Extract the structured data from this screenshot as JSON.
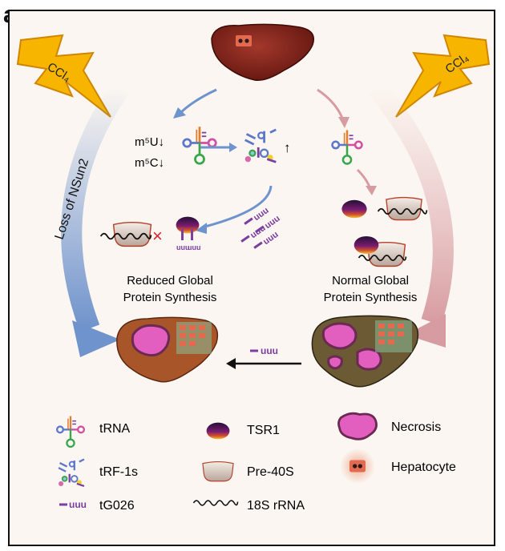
{
  "panel_label": "a",
  "stimulus": {
    "left": "CCl₄",
    "right": "CCl₄"
  },
  "left_pathway": {
    "label": "Loss of NSun2",
    "modifications": [
      "m⁵U↓",
      "m⁵C↓"
    ],
    "up_arrow": "↑",
    "result": [
      "Reduced Global",
      "Protein Synthesis"
    ]
  },
  "right_pathway": {
    "result": [
      "Normal Global",
      "Protein Synthesis"
    ]
  },
  "bottom_arrow_label": "uuu",
  "legend": [
    {
      "label": "tRNA"
    },
    {
      "label": "TSR1"
    },
    {
      "label": "Necrosis"
    },
    {
      "label": "tRF-1s"
    },
    {
      "label": "Pre-40S"
    },
    {
      "label": "Hepatocyte"
    },
    {
      "label": "tG026",
      "prefix": "uuu"
    },
    {
      "label": "18S rRNA"
    }
  ],
  "colors": {
    "background": "#fbf6f1",
    "liver": "#7a1d14",
    "bolt": "#f7b500",
    "blue_arrow": "#6f93cc",
    "pink_arrow": "#d8a3a8",
    "purple": "#7b3fa0",
    "necrosis": "#e25fc0",
    "cross": "#e0202a"
  }
}
